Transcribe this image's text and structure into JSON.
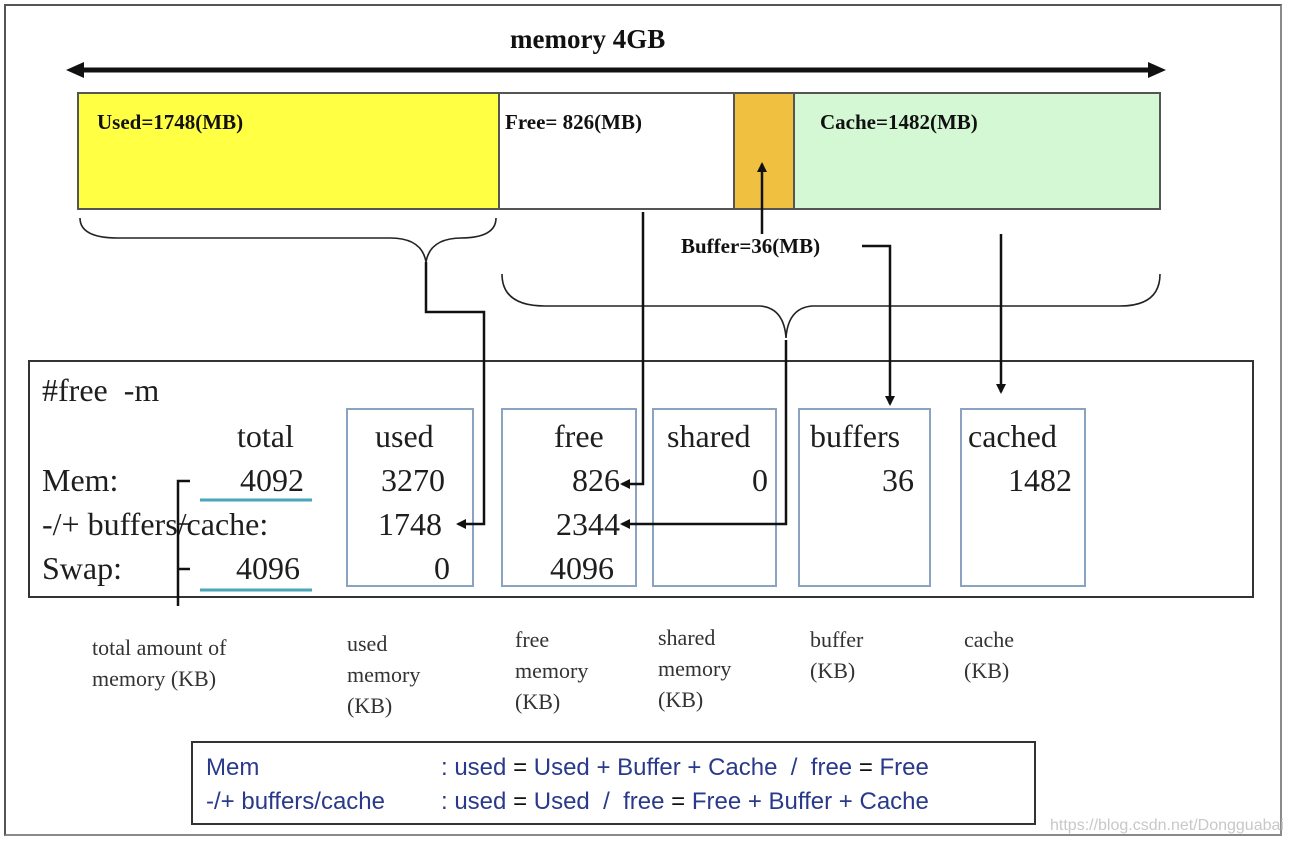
{
  "diagram": {
    "title": "memory 4GB",
    "segments": {
      "used": "Used=1748(MB)",
      "free": "Free= 826(MB)",
      "cache": "Cache=1482(MB)",
      "buffer": "Buffer=36(MB)"
    },
    "colors": {
      "used": "#ffff44",
      "free": "#ffffff",
      "buffer": "#f0c040",
      "cache": "#d4f7d4",
      "box_border": "#8aa3c2",
      "underline": "#4aa6b8",
      "legend_text": "#2a3a8a"
    }
  },
  "terminal": {
    "command": "#free  -m",
    "headers": {
      "total": "total",
      "used": "used",
      "free": "free",
      "shared": "shared",
      "buffers": "buffers",
      "cached": "cached"
    },
    "rows": {
      "mem": {
        "label": "Mem:",
        "total": "4092",
        "used": "3270",
        "free": "826",
        "shared": "0",
        "buffers": "36",
        "cached": "1482"
      },
      "bc": {
        "label": "-/+ buffers/cache:",
        "used": "1748",
        "free": "2344"
      },
      "swap": {
        "label": "Swap:",
        "total": "4096",
        "used": "0",
        "free": "4096"
      }
    }
  },
  "descriptions": {
    "total": "total amount of memory (KB)",
    "used": "used memory (KB)",
    "free": "free memory (KB)",
    "shared": "shared memory (KB)",
    "buffer": "buffer (KB)",
    "cache": "cache (KB)"
  },
  "legend": {
    "line1_label": "Mem",
    "line1_pre": ": used",
    "line1_eq1": "=",
    "line1_mid": "Used + Buffer + Cache  /  free",
    "line1_eq2": "=",
    "line1_end": "Free",
    "line2_label": "-/+ buffers/cache",
    "line2_pre": ": used",
    "line2_eq1": "=",
    "line2_mid": "Used  /  free",
    "line2_eq2": "=",
    "line2_end": "Free + Buffer + Cache"
  },
  "watermark": "https://blog.csdn.net/Dongguabai"
}
